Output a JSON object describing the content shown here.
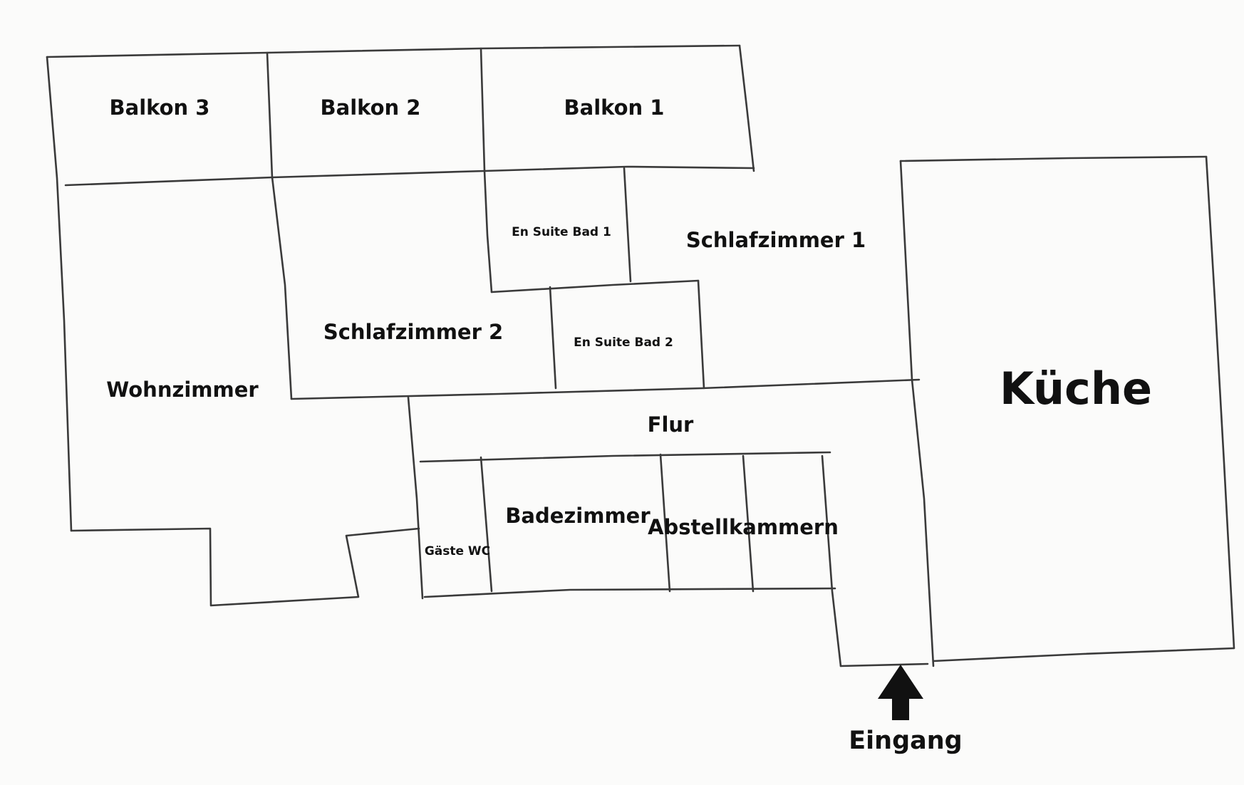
{
  "rooms": {
    "balkon_3": "Balkon 3",
    "balkon_2": "Balkon 2",
    "balkon_1": "Balkon 1",
    "en_suite_bad_1": "En Suite Bad 1",
    "schlafzimmer_1": "Schlafzimmer 1",
    "schlafzimmer_2": "Schlafzimmer 2",
    "en_suite_bad_2": "En Suite Bad 2",
    "wohnzimmer": "Wohnzimmer",
    "kueche": "Küche",
    "flur": "Flur",
    "badezimmer": "Badezimmer",
    "abstellkammern": "Abstellkammern",
    "gaeste_wc": "Gäste WC"
  },
  "entrance": {
    "label": "Eingang"
  },
  "colors": {
    "paper": "#fbfbfa",
    "ink": "#111111",
    "pencil": "#3a3a3a"
  }
}
